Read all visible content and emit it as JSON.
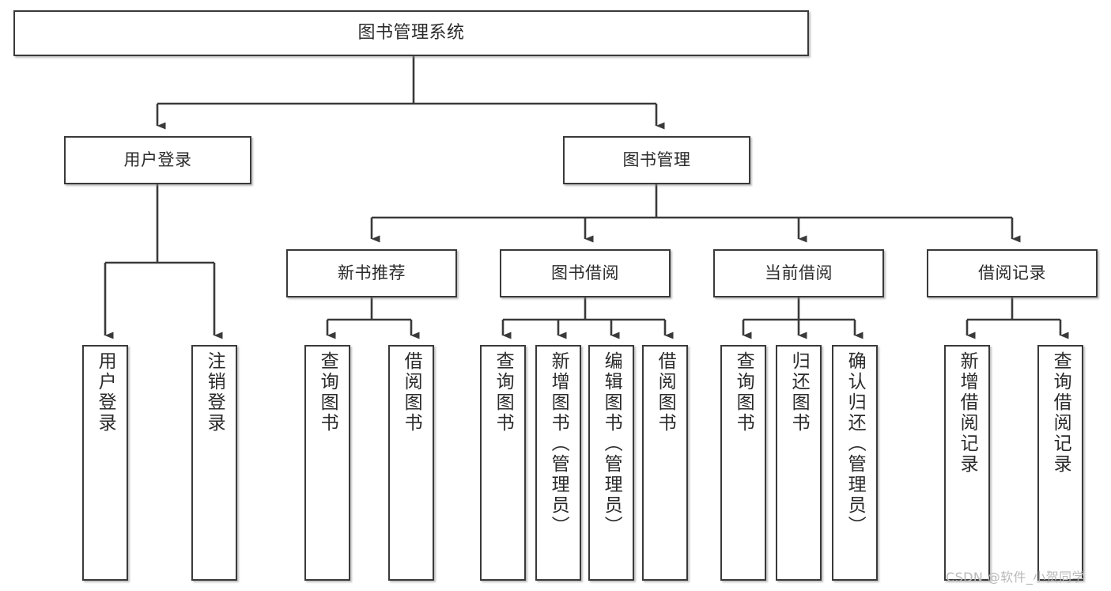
{
  "diagram": {
    "type": "tree",
    "title": "图书管理系统",
    "watermark": "CSDN @软件_小贺同学",
    "colors": {
      "box_border": "#3a3a3a",
      "box_fill": "#ffffff",
      "line": "#3a3a3a",
      "text": "#2b2b2b",
      "watermark": "#b9b9b9",
      "background": "#ffffff"
    },
    "levels": {
      "root": {
        "label": "图书管理系统"
      },
      "level2": [
        {
          "label": "用户登录"
        },
        {
          "label": "图书管理"
        }
      ],
      "level3": [
        {
          "label": "新书推荐"
        },
        {
          "label": "图书借阅"
        },
        {
          "label": "当前借阅"
        },
        {
          "label": "借阅记录"
        }
      ],
      "leaves": [
        {
          "label": "用户登录",
          "parent": "用户登录"
        },
        {
          "label": "注销登录",
          "parent": "用户登录"
        },
        {
          "label": "查询图书",
          "parent": "新书推荐"
        },
        {
          "label": "借阅图书",
          "parent": "新书推荐"
        },
        {
          "label": "查询图书",
          "parent": "图书借阅"
        },
        {
          "label": "新增图书（管理员）",
          "parent": "图书借阅"
        },
        {
          "label": "编辑图书（管理员）",
          "parent": "图书借阅"
        },
        {
          "label": "借阅图书",
          "parent": "图书借阅"
        },
        {
          "label": "查询图书",
          "parent": "当前借阅"
        },
        {
          "label": "归还图书",
          "parent": "当前借阅"
        },
        {
          "label": "确认归还（管理员）",
          "parent": "当前借阅"
        },
        {
          "label": "新增借阅记录",
          "parent": "借阅记录"
        },
        {
          "label": "查询借阅记录",
          "parent": "借阅记录"
        }
      ]
    }
  }
}
